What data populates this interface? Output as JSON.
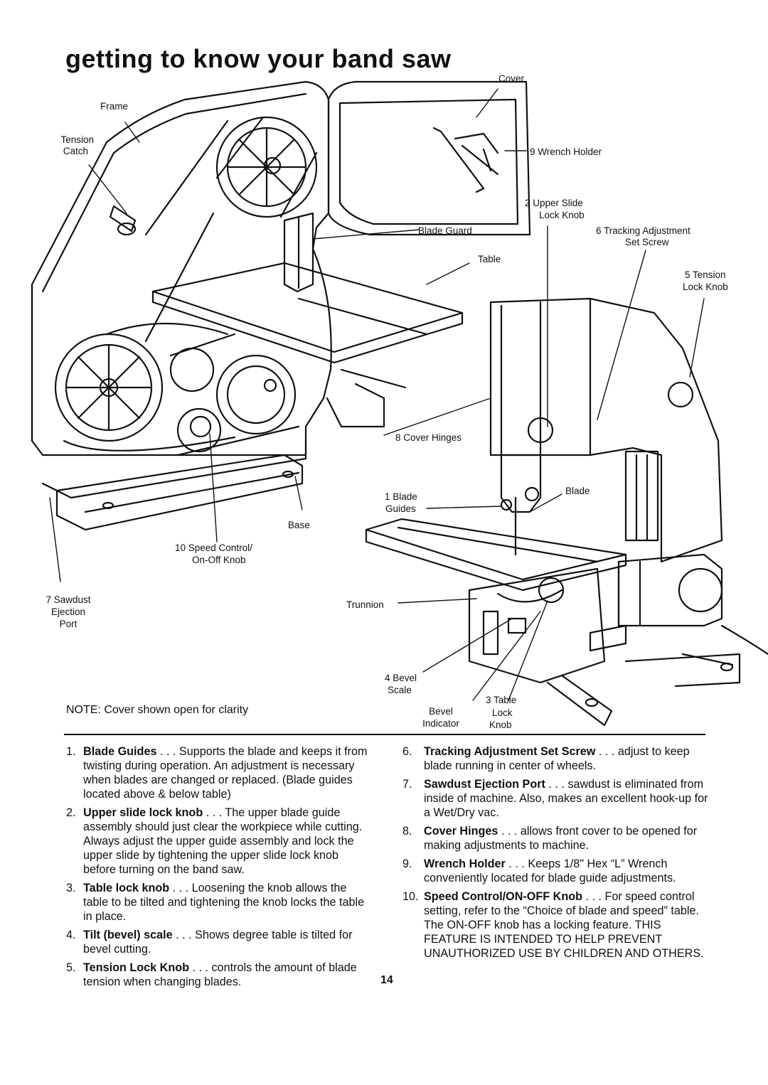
{
  "page": {
    "title": "getting to know your band saw",
    "note": "NOTE: Cover shown open for clarity",
    "page_number": "14"
  },
  "diagram_labels": {
    "cover": "Cover",
    "frame": "Frame",
    "tension_catch_1": "Tension",
    "tension_catch_2": "Catch",
    "wrench_holder": "9 Wrench Holder",
    "upper_slide_1": "2 Upper Slide",
    "upper_slide_2": "Lock Knob",
    "blade_guard": "Blade Guard",
    "tracking_1": "6 Tracking Adjustment",
    "tracking_2": "Set Screw",
    "table": "Table",
    "tension_lock_1": "5 Tension",
    "tension_lock_2": "Lock Knob",
    "cover_hinges": "8 Cover Hinges",
    "blade_guides_1": "1 Blade",
    "blade_guides_2": "Guides",
    "blade": "Blade",
    "base": "Base",
    "speed_control_1": "10 Speed Control/",
    "speed_control_2": "On-Off Knob",
    "sawdust_1": "7 Sawdust",
    "sawdust_2": "Ejection",
    "sawdust_3": "Port",
    "trunnion": "Trunnion",
    "bevel_scale_1": "4 Bevel",
    "bevel_scale_2": "Scale",
    "table_lock_1": "3 Table",
    "table_lock_2": "Lock",
    "table_lock_3": "Knob",
    "bevel_indicator_1": "Bevel",
    "bevel_indicator_2": "Indicator"
  },
  "items_left": [
    {
      "num": "1.",
      "term": "Blade Guides",
      "desc": " . . . Supports the blade and keeps it from twisting during operation. An adjustment is necessary when blades are changed or replaced. (Blade guides located above & below table)"
    },
    {
      "num": "2.",
      "term": "Upper slide lock knob",
      "desc": " . . . The upper blade guide assembly should just clear the workpiece while cutting. Always adjust the upper guide assembly and lock the upper slide by tightening the upper slide lock knob before turning on the band saw."
    },
    {
      "num": "3.",
      "term": "Table lock knob",
      "desc": " . . . Loosening the knob allows the table to be tilted and tightening the knob locks the table in place."
    },
    {
      "num": "4.",
      "term": "Tilt (bevel) scale",
      "desc": " . . . Shows degree table is tilted for bevel cutting."
    },
    {
      "num": "5.",
      "term": "Tension Lock Knob",
      "desc": " . . . controls the amount of blade tension when changing blades."
    }
  ],
  "items_right": [
    {
      "num": "6.",
      "term": "Tracking Adjustment Set Screw",
      "desc": " . . . adjust to keep blade running in center of wheels."
    },
    {
      "num": "7.",
      "term": "Sawdust Ejection Port",
      "desc": " . . . sawdust is eliminated from inside of machine. Also, makes an excellent hook-up for a Wet/Dry vac."
    },
    {
      "num": "8.",
      "term": "Cover Hinges",
      "desc": " . . . allows front cover to be opened for making adjustments to machine."
    },
    {
      "num": "9.",
      "term": "Wrench Holder",
      "desc": " . . . Keeps 1/8\" Hex “L” Wrench conveniently located for blade guide adjustments."
    },
    {
      "num": "10.",
      "term": "Speed Control/ON-OFF Knob",
      "desc": " . . . For speed control setting, refer to the “Choice of blade and speed” table. The ON-OFF knob has a locking feature. THIS FEATURE IS INTENDED TO HELP PREVENT UNAUTHORIZED USE BY CHILDREN AND OTHERS."
    }
  ]
}
